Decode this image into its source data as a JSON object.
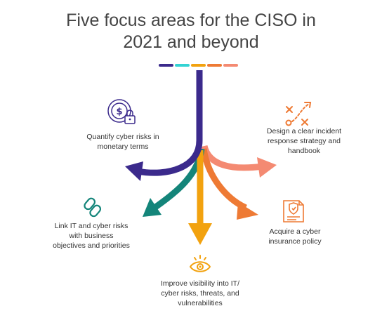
{
  "title": {
    "line1": "Five focus areas for the CISO in",
    "line2": "2021 and beyond"
  },
  "colors": {
    "purple": "#3b2a8c",
    "teal": "#14857a",
    "amber": "#f2a20f",
    "orange": "#ee7a34",
    "salmon": "#f48a72",
    "cyan": "#34d3d3"
  },
  "focus_areas": [
    {
      "id": "quantify",
      "icon": "dollar-lock-icon",
      "color": "#3b2a8c",
      "lines": [
        "Quantify cyber risks in",
        "monetary terms"
      ]
    },
    {
      "id": "design",
      "icon": "strategy-play-icon",
      "color": "#f48a72",
      "lines": [
        "Design a clear incident",
        "response strategy and",
        "handbook"
      ]
    },
    {
      "id": "link",
      "icon": "chain-link-icon",
      "color": "#14857a",
      "lines": [
        "Link IT and cyber risks",
        "with business",
        "objectives and priorities"
      ]
    },
    {
      "id": "acquire",
      "icon": "insurance-document-icon",
      "color": "#ee7a34",
      "lines": [
        "Acquire a cyber",
        "insurance policy"
      ]
    },
    {
      "id": "improve",
      "icon": "eye-icon",
      "color": "#f2a20f",
      "lines": [
        "Improve visibility into IT/",
        "cyber risks, threats, and",
        "vulnerabilities"
      ]
    }
  ]
}
